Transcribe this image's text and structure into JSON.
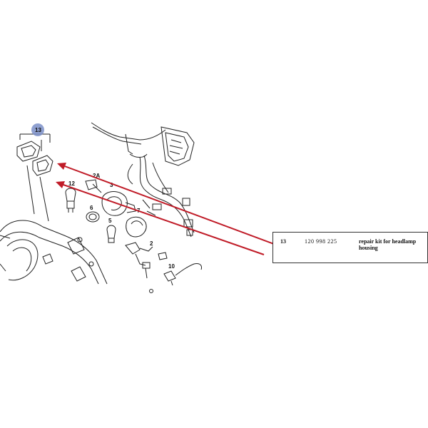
{
  "diagram": {
    "callouts": [
      {
        "id": "13",
        "label": "13"
      },
      {
        "id": "2A",
        "label": "2A"
      },
      {
        "id": "3",
        "label": "3"
      },
      {
        "id": "12",
        "label": "12"
      },
      {
        "id": "6",
        "label": "6"
      },
      {
        "id": "7",
        "label": "7"
      },
      {
        "id": "5",
        "label": "5"
      },
      {
        "id": "2",
        "label": "2"
      },
      {
        "id": "10",
        "label": "10"
      }
    ],
    "highlight_color": "#c01c28",
    "badge_color": "#7b8fc8"
  },
  "parts_box": {
    "item_number": "13",
    "part_number": "120  998  225",
    "description": "repair kit for headlamp housing"
  }
}
